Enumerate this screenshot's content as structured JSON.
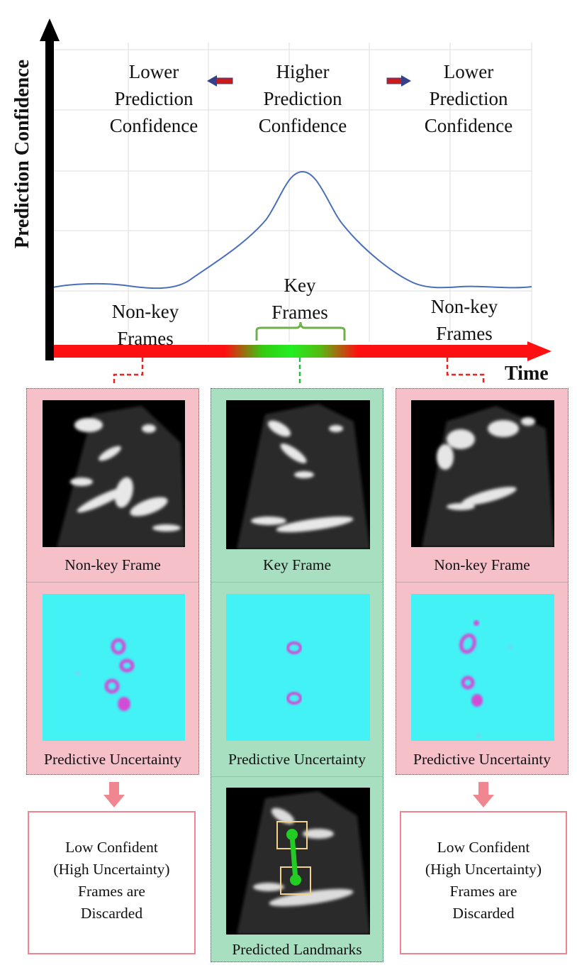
{
  "chart": {
    "y_axis_label": "Prediction Confidence",
    "x_axis_label": "Time",
    "center_label": "Higher Prediction Confidence",
    "left_label": "Lower Prediction Confidence",
    "right_label": "Lower Prediction Confidence",
    "key_frames_label": "Key Frames",
    "left_nonkey_label": "Non-key Frames",
    "right_nonkey_label": "Non-key Frames"
  },
  "panels": {
    "left": {
      "frame_caption": "Non-key Frame",
      "uncertainty_caption": "Predictive Uncertainty",
      "result_text": [
        "Low Confident",
        "(High Uncertainty)",
        "Frames are",
        "Discarded"
      ]
    },
    "center": {
      "frame_caption": "Key Frame",
      "uncertainty_caption": "Predictive Uncertainty",
      "landmarks_caption": "Predicted Landmarks"
    },
    "right": {
      "frame_caption": "Non-key Frame",
      "uncertainty_caption": "Predictive Uncertainty",
      "result_text": [
        "Low Confident",
        "(High Uncertainty)",
        "Frames are",
        "Discarded"
      ]
    }
  },
  "colors": {
    "low_confidence_panel": "#f6c0c8",
    "key_frame_panel": "#a8dfc0",
    "curve": "#4a6fba",
    "timeline_low": "#ff1010",
    "timeline_high": "#22dd22",
    "uncertainty_background": "#43f2f5",
    "uncertainty_ring": "#d24cd6",
    "landmark": "#22cc22"
  }
}
